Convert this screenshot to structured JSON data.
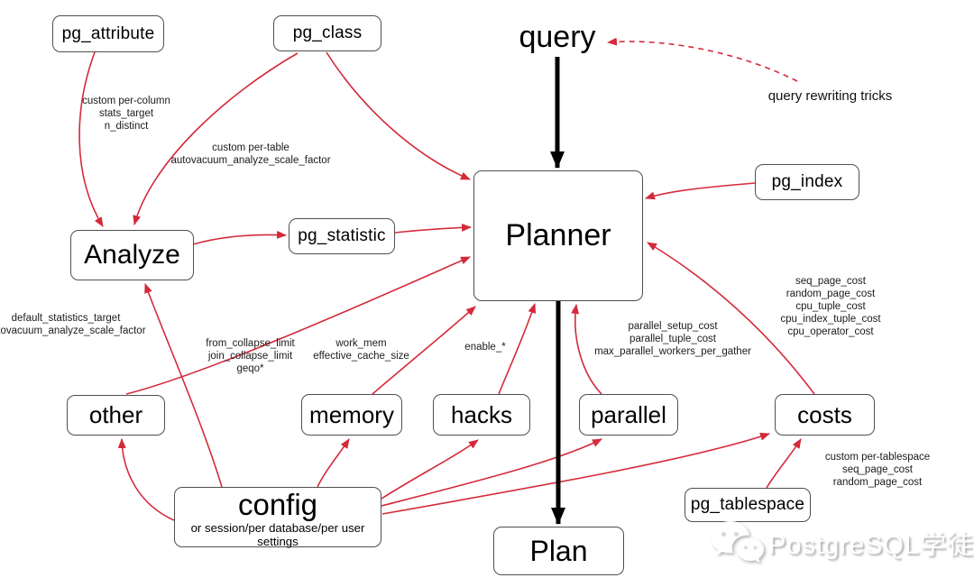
{
  "nodes": {
    "pg_attribute": "pg_attribute",
    "pg_class": "pg_class",
    "pg_index": "pg_index",
    "pg_statistic": "pg_statistic",
    "pg_tablespace": "pg_tablespace",
    "analyze": "Analyze",
    "planner": "Planner",
    "other": "other",
    "memory": "memory",
    "hacks": "hacks",
    "parallel": "parallel",
    "costs": "costs",
    "config": "config",
    "config_subtitle": "or session/per database/per user settings",
    "plan": "Plan",
    "query": "query"
  },
  "annotations": {
    "query_rewriting": "query rewriting tricks",
    "custom_per_column": [
      "custom per-column",
      "stats_target",
      "n_distinct"
    ],
    "custom_per_table": [
      "custom per-table",
      "autovacuum_analyze_scale_factor"
    ],
    "default_statistics": [
      "default_statistics_target",
      "autovacuum_analyze_scale_factor"
    ],
    "collapse_limits": [
      "from_collapse_limit",
      "join_collapse_limit",
      "geqo*"
    ],
    "memory_settings": [
      "work_mem",
      "effective_cache_size"
    ],
    "hacks_settings": [
      "enable_*"
    ],
    "parallel_settings": [
      "parallel_setup_cost",
      "parallel_tuple_cost",
      "max_parallel_workers_per_gather"
    ],
    "cost_settings": [
      "seq_page_cost",
      "random_page_cost",
      "cpu_tuple_cost",
      "cpu_index_tuple_cost",
      "cpu_operator_cost"
    ],
    "tablespace_settings": [
      "custom per-tablespace",
      "seq_page_cost",
      "random_page_cost"
    ]
  },
  "watermark": {
    "text": "PostgreSQL学徒",
    "icon": "wechat-icon"
  },
  "colors": {
    "edge_red": "#d42a3a",
    "edge_black": "#000000",
    "box_border": "#4f4f4f",
    "box_fill": "#ffffff",
    "label_text": "#1b1b1b",
    "watermark_shadow": "#ababab"
  }
}
